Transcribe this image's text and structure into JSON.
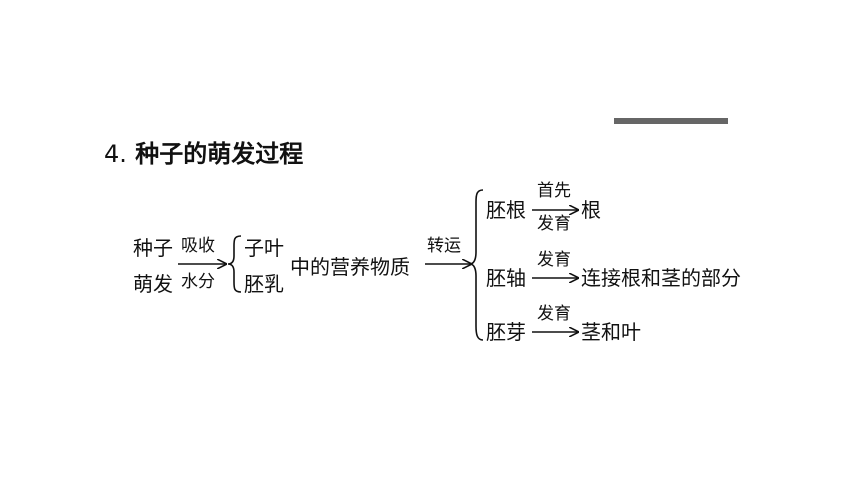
{
  "title": {
    "number": "4.",
    "text": "种子的萌发过程"
  },
  "start": {
    "line1": "种子",
    "line2": "萌发"
  },
  "arrow_absorb": {
    "top": "吸收",
    "bottom": "水分"
  },
  "brace1_items": [
    "子叶",
    "胚乳"
  ],
  "nutrient_text": "中的营养物质",
  "transport_label": "转运",
  "branches": [
    {
      "part": "胚根",
      "label_top": "首先",
      "label_bottom": "发育",
      "result": "根"
    },
    {
      "part": "胚轴",
      "label_top": "发育",
      "label_bottom": "",
      "result": "连接根和茎的部分"
    },
    {
      "part": "胚芽",
      "label_top": "发育",
      "label_bottom": "",
      "result": "茎和叶"
    }
  ]
}
